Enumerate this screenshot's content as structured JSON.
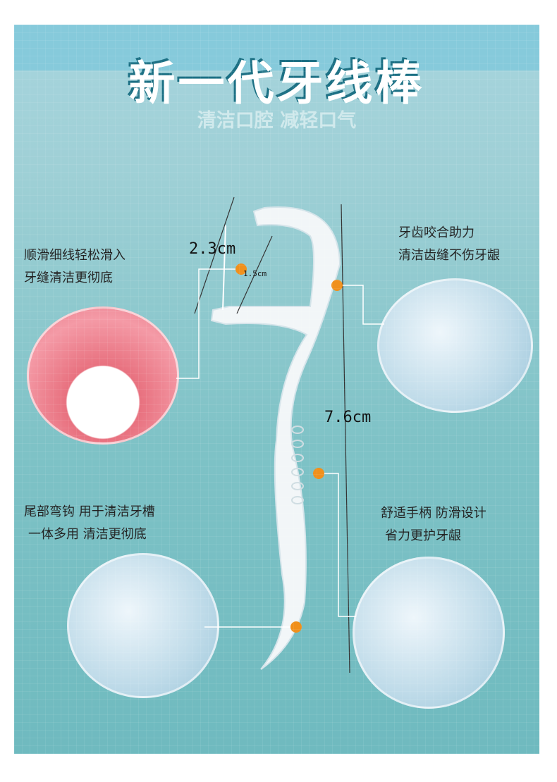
{
  "title": "新一代牙线棒",
  "subtitle": "清洁口腔 减轻口气",
  "callouts": {
    "top_left": [
      "顺滑细线轻松滑入",
      "牙缝清洁更彻底"
    ],
    "top_right": [
      "牙齿咬合助力",
      "清洁齿缝不伤牙龈"
    ],
    "bottom_left": [
      "尾部弯钩 用于清洁牙槽",
      "一体多用 清洁更彻底"
    ],
    "bottom_right": [
      "舒适手柄 防滑设计",
      "省力更护牙龈"
    ]
  },
  "dimensions": {
    "head_width": "2.3cm",
    "floss_length": "1.5cm",
    "total_length": "7.6cm"
  },
  "colors": {
    "accent_dot": "#f0901c",
    "title_shadow": "#1c7084"
  }
}
